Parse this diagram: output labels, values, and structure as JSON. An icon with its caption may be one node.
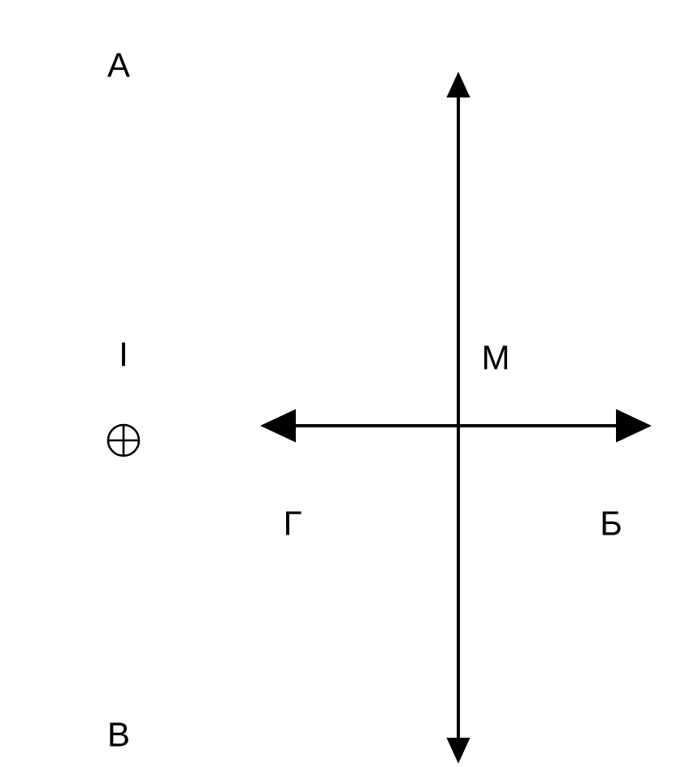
{
  "diagram": {
    "labels": [
      "А",
      "I",
      "М",
      "Г",
      "Б",
      "В"
    ]
  }
}
